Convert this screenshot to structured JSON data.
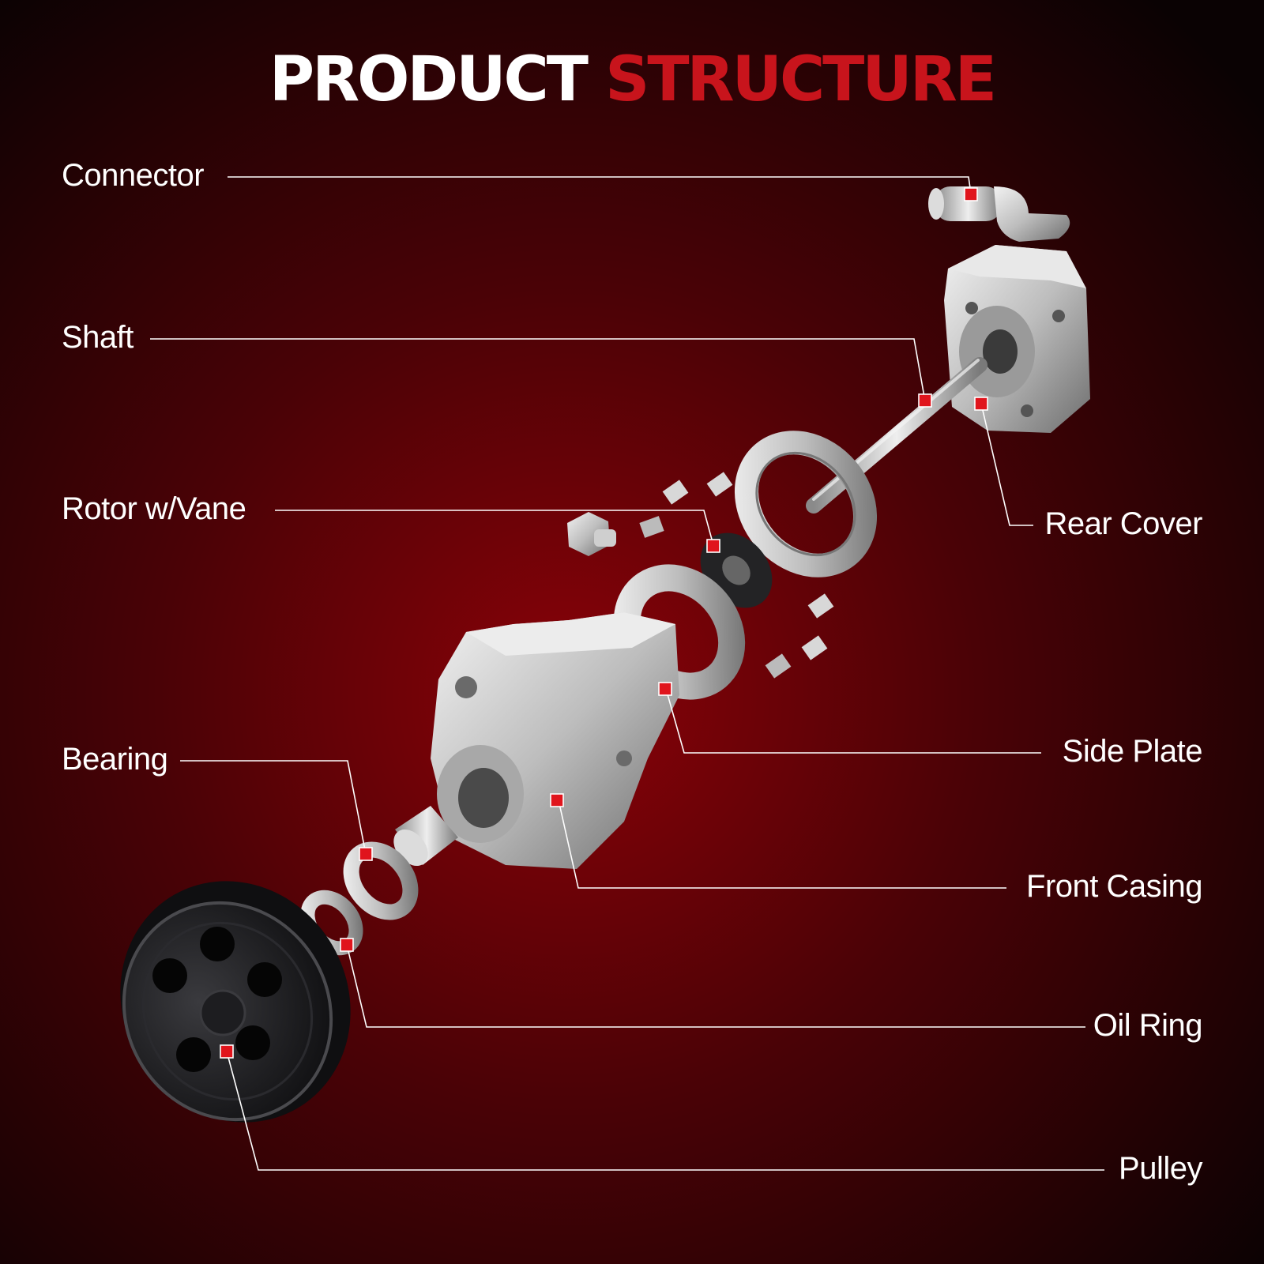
{
  "title": {
    "part1": "PRODUCT",
    "part2": "STRUCTURE"
  },
  "colors": {
    "accent": "#c8141c",
    "background_glow": "#8a0208",
    "background_dark": "#0a0203",
    "metal": "#c8c8c8",
    "pulley": "#1a1a1c"
  },
  "labels": {
    "connector": "Connector",
    "shaft": "Shaft",
    "rotor": "Rotor w/Vane",
    "rear_cover": "Rear Cover",
    "side_plate": "Side Plate",
    "bearing": "Bearing",
    "front_casing": "Front Casing",
    "oil_ring": "Oil Ring",
    "pulley": "Pulley"
  }
}
